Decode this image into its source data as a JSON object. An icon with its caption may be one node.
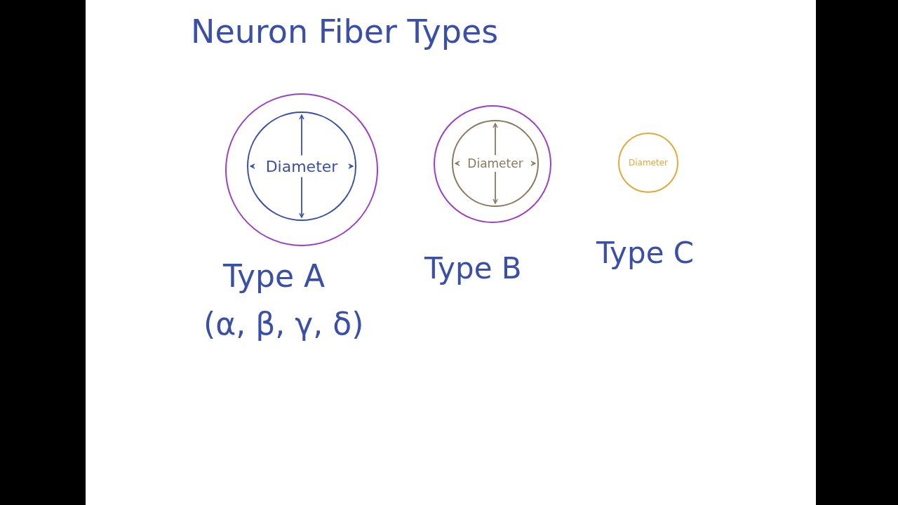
{
  "diagram": {
    "title": "Neuron Fiber Types",
    "nodes": [
      {
        "text": [],
        "shape": "circle",
        "beside": [
          "Type A",
          "(α, β, γ, δ)"
        ]
      },
      {
        "text": [
          "Diameter"
        ],
        "in": 0
      },
      {
        "text": [],
        "shape": "circle",
        "beside": [
          "Type B"
        ]
      },
      {
        "text": [
          "Diameter"
        ],
        "in": 2
      },
      {
        "text": [
          "Diameter"
        ],
        "beside": [
          "Type C"
        ]
      }
    ],
    "edges": []
  }
}
